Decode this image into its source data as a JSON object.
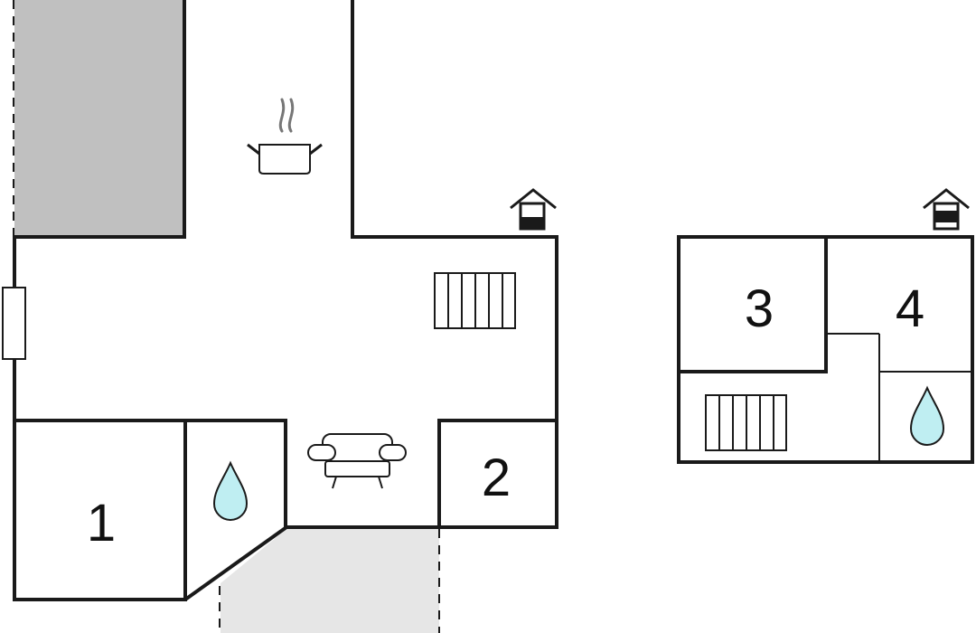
{
  "rooms": {
    "bedroom_1": "1",
    "bedroom_2": "2",
    "bedroom_3": "3",
    "bedroom_4": "4"
  },
  "icons": {
    "kitchen": "cooking-pot-icon",
    "living": "sofa-icon",
    "bathroom": "water-drop-icon",
    "stairs": "stairs-icon",
    "floor_marker": "house-floor-icon"
  },
  "colors": {
    "wall": "#1a1a1a",
    "terrace_dark": "#c0c0c0",
    "terrace_light": "#e6e6e6",
    "water": "#bfeef2"
  }
}
